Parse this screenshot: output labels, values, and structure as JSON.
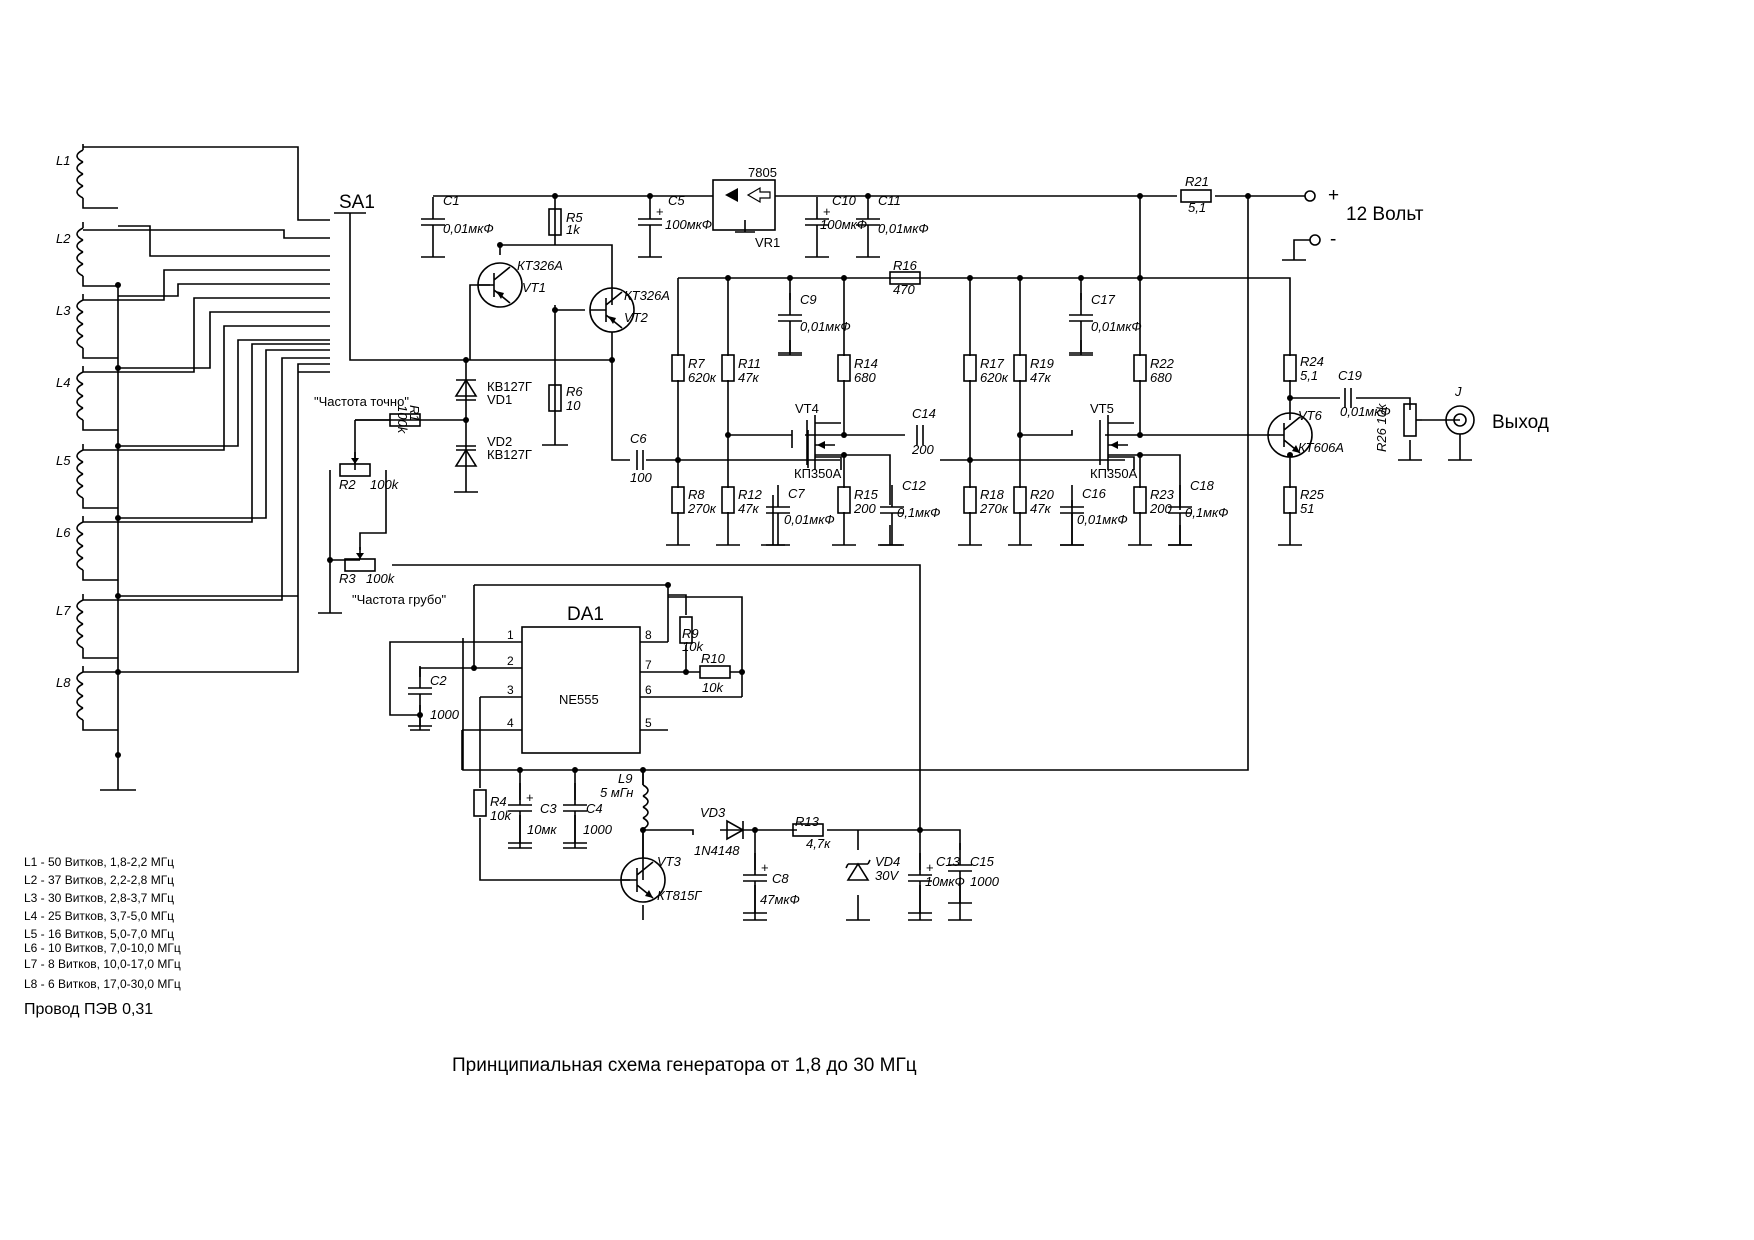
{
  "title": "Принципиальная схема генератора от 1,8 до 30 МГц",
  "power": {
    "voltage": "12 Вольт",
    "plus": "+",
    "minus": "-"
  },
  "output_label": "Выход",
  "switch": "SA1",
  "coils": [
    "L1",
    "L2",
    "L3",
    "L4",
    "L5",
    "L6",
    "L7",
    "L8"
  ],
  "coil_notes": [
    "L1 - 50 Витков, 1,8-2,2 МГц",
    "L2 - 37 Витков, 2,2-2,8 МГц",
    "L3 - 30 Витков, 2,8-3,7 МГц",
    "L4 - 25 Витков, 3,7-5,0 МГц",
    "L5 - 16 Витков, 5,0-7,0 МГц",
    "L6 - 10 Витков, 7,0-10,0 МГц",
    "L7 - 8 Витков, 10,0-17,0 МГц",
    "L8 - 6 Витков, 17,0-30,0 МГц"
  ],
  "wire_note": "Провод ПЭВ 0,31",
  "freq_fine": "\"Частота точно\"",
  "freq_coarse": "\"Частота грубо\"",
  "ic": {
    "ref": "DA1",
    "type": "NE555",
    "pins": [
      "1",
      "2",
      "3",
      "4",
      "5",
      "6",
      "7",
      "8"
    ]
  },
  "regulator": {
    "type": "7805",
    "ref": "VR1"
  },
  "jack": "J",
  "transistors": {
    "vt1": {
      "type": "КТ326А",
      "ref": "VT1"
    },
    "vt2": {
      "type": "КТ326А",
      "ref": "VT2"
    },
    "vt3": {
      "type": "КТ815Г",
      "ref": "VT3"
    },
    "vt4": {
      "type": "КП350А",
      "ref": "VT4"
    },
    "vt5": {
      "type": "КП350А",
      "ref": "VT5"
    },
    "vt6": {
      "type": "КТ606А",
      "ref": "VT6"
    }
  },
  "diodes": {
    "vd1": {
      "ref": "VD1",
      "type": "КВ127Г"
    },
    "vd2": {
      "ref": "VD2",
      "type": "КВ127Г"
    },
    "vd3": {
      "ref": "VD3",
      "type": "1N4148"
    },
    "vd4": {
      "ref": "VD4",
      "value": "30V"
    }
  },
  "inductor_l9": {
    "ref": "L9",
    "value": "5 мГн"
  },
  "resistors": {
    "r1": {
      "ref": "R1",
      "value": "100k"
    },
    "r2": {
      "ref": "R2",
      "value": "100k"
    },
    "r3": {
      "ref": "R3",
      "value": "100k"
    },
    "r4": {
      "ref": "R4",
      "value": "10k"
    },
    "r5": {
      "ref": "R5",
      "value": "1k"
    },
    "r6": {
      "ref": "R6",
      "value": "10"
    },
    "r7": {
      "ref": "R7",
      "value": "620к"
    },
    "r8": {
      "ref": "R8",
      "value": "270к"
    },
    "r9": {
      "ref": "R9",
      "value": "10k"
    },
    "r10": {
      "ref": "R10",
      "value": "10k"
    },
    "r11": {
      "ref": "R11",
      "value": "47к"
    },
    "r12": {
      "ref": "R12",
      "value": "47к"
    },
    "r13": {
      "ref": "R13",
      "value": "4,7к"
    },
    "r14": {
      "ref": "R14",
      "value": "680"
    },
    "r15": {
      "ref": "R15",
      "value": "200"
    },
    "r16": {
      "ref": "R16",
      "value": "470"
    },
    "r17": {
      "ref": "R17",
      "value": "620к"
    },
    "r18": {
      "ref": "R18",
      "value": "270к"
    },
    "r19": {
      "ref": "R19",
      "value": "47к"
    },
    "r20": {
      "ref": "R20",
      "value": "47к"
    },
    "r21": {
      "ref": "R21",
      "value": "5,1"
    },
    "r22": {
      "ref": "R22",
      "value": "680"
    },
    "r23": {
      "ref": "R23",
      "value": "200"
    },
    "r24": {
      "ref": "R24",
      "value": "5,1"
    },
    "r25": {
      "ref": "R25",
      "value": "51"
    },
    "r26": {
      "ref": "R26 10k",
      "value": ""
    }
  },
  "capacitors": {
    "c1": {
      "ref": "C1",
      "value": "0,01мкФ"
    },
    "c2": {
      "ref": "C2",
      "value": "1000"
    },
    "c3": {
      "ref": "C3",
      "value": "10мк"
    },
    "c4": {
      "ref": "C4",
      "value": "1000"
    },
    "c5": {
      "ref": "C5",
      "value": "100мкФ"
    },
    "c6": {
      "ref": "C6",
      "value": "100"
    },
    "c7": {
      "ref": "C7",
      "value": "0,01мкФ"
    },
    "c8": {
      "ref": "C8",
      "value": "47мкФ"
    },
    "c9": {
      "ref": "C9",
      "value": "0,01мкФ"
    },
    "c10": {
      "ref": "C10",
      "value": "100мкФ"
    },
    "c11": {
      "ref": "C11",
      "value": "0,01мкФ"
    },
    "c12": {
      "ref": "C12",
      "value": "0,1мкФ"
    },
    "c13": {
      "ref": "C13",
      "value": "10мкФ"
    },
    "c14": {
      "ref": "C14",
      "value": "200"
    },
    "c15": {
      "ref": "C15",
      "value": "1000"
    },
    "c16": {
      "ref": "C16",
      "value": "0,01мкФ"
    },
    "c17": {
      "ref": "C17",
      "value": "0,01мкФ"
    },
    "c18": {
      "ref": "C18",
      "value": "0,1мкФ"
    },
    "c19": {
      "ref": "C19",
      "value": "0,01мкФ"
    }
  }
}
